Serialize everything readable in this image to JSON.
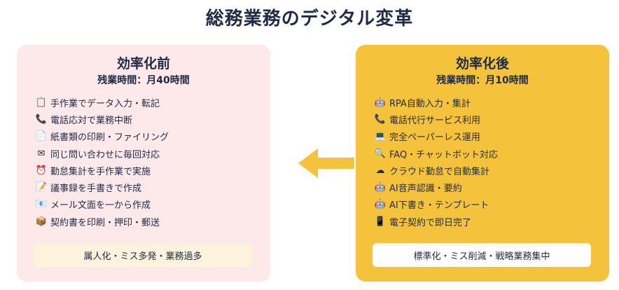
{
  "title": "総務業務のデジタル変革",
  "before": {
    "heading": "効率化前",
    "subheading": "残業時間：月40時間",
    "items": [
      {
        "icon": "📋",
        "icon_name": "clipboard-icon",
        "text": "手作業でデータ入力・転記"
      },
      {
        "icon": "📞",
        "icon_name": "phone-icon",
        "text": "電話応対で業務中断"
      },
      {
        "icon": "📄",
        "icon_name": "document-icon",
        "text": "紙書類の印刷・ファイリング"
      },
      {
        "icon": "✉",
        "icon_name": "envelope-icon",
        "text": "同じ問い合わせに毎回対応"
      },
      {
        "icon": "⏰",
        "icon_name": "alarm-clock-icon",
        "text": "勤怠集計を手作業で実施"
      },
      {
        "icon": "📝",
        "icon_name": "memo-icon",
        "text": "議事録を手書きで作成"
      },
      {
        "icon": "📧",
        "icon_name": "email-icon",
        "text": "メール文面を一から作成"
      },
      {
        "icon": "📦",
        "icon_name": "package-icon",
        "text": "契約書を印刷・押印・郵送"
      }
    ],
    "summary": "属人化・ミス多発・業務過多"
  },
  "after": {
    "heading": "効率化後",
    "subheading": "残業時間：月10時間",
    "items": [
      {
        "icon": "🤖",
        "icon_name": "robot-icon",
        "text": "RPA自動入力・集計"
      },
      {
        "icon": "📞",
        "icon_name": "phone-icon",
        "text": "電話代行サービス利用"
      },
      {
        "icon": "💻",
        "icon_name": "laptop-icon",
        "text": "完全ペーパーレス運用"
      },
      {
        "icon": "🔍",
        "icon_name": "magnifier-icon",
        "text": "FAQ・チャットボット対応"
      },
      {
        "icon": "☁",
        "icon_name": "cloud-icon",
        "text": "クラウド勤怠で自動集計"
      },
      {
        "icon": "🤖",
        "icon_name": "robot-icon",
        "text": "AI音声認識・要約"
      },
      {
        "icon": "🤖",
        "icon_name": "robot-icon",
        "text": "AI下書き・テンプレート"
      },
      {
        "icon": "📱",
        "icon_name": "smartphone-icon",
        "text": "電子契約で即日完了"
      }
    ],
    "summary": "標準化・ミス削減・戦略業務集中"
  },
  "colors": {
    "title_text": "#1f2a44",
    "before_panel": "#fde8ea",
    "before_summary": "#fdf3dc",
    "after_panel": "#f5c33b",
    "after_summary": "#ffffff",
    "arrow": "#f5c33b"
  }
}
